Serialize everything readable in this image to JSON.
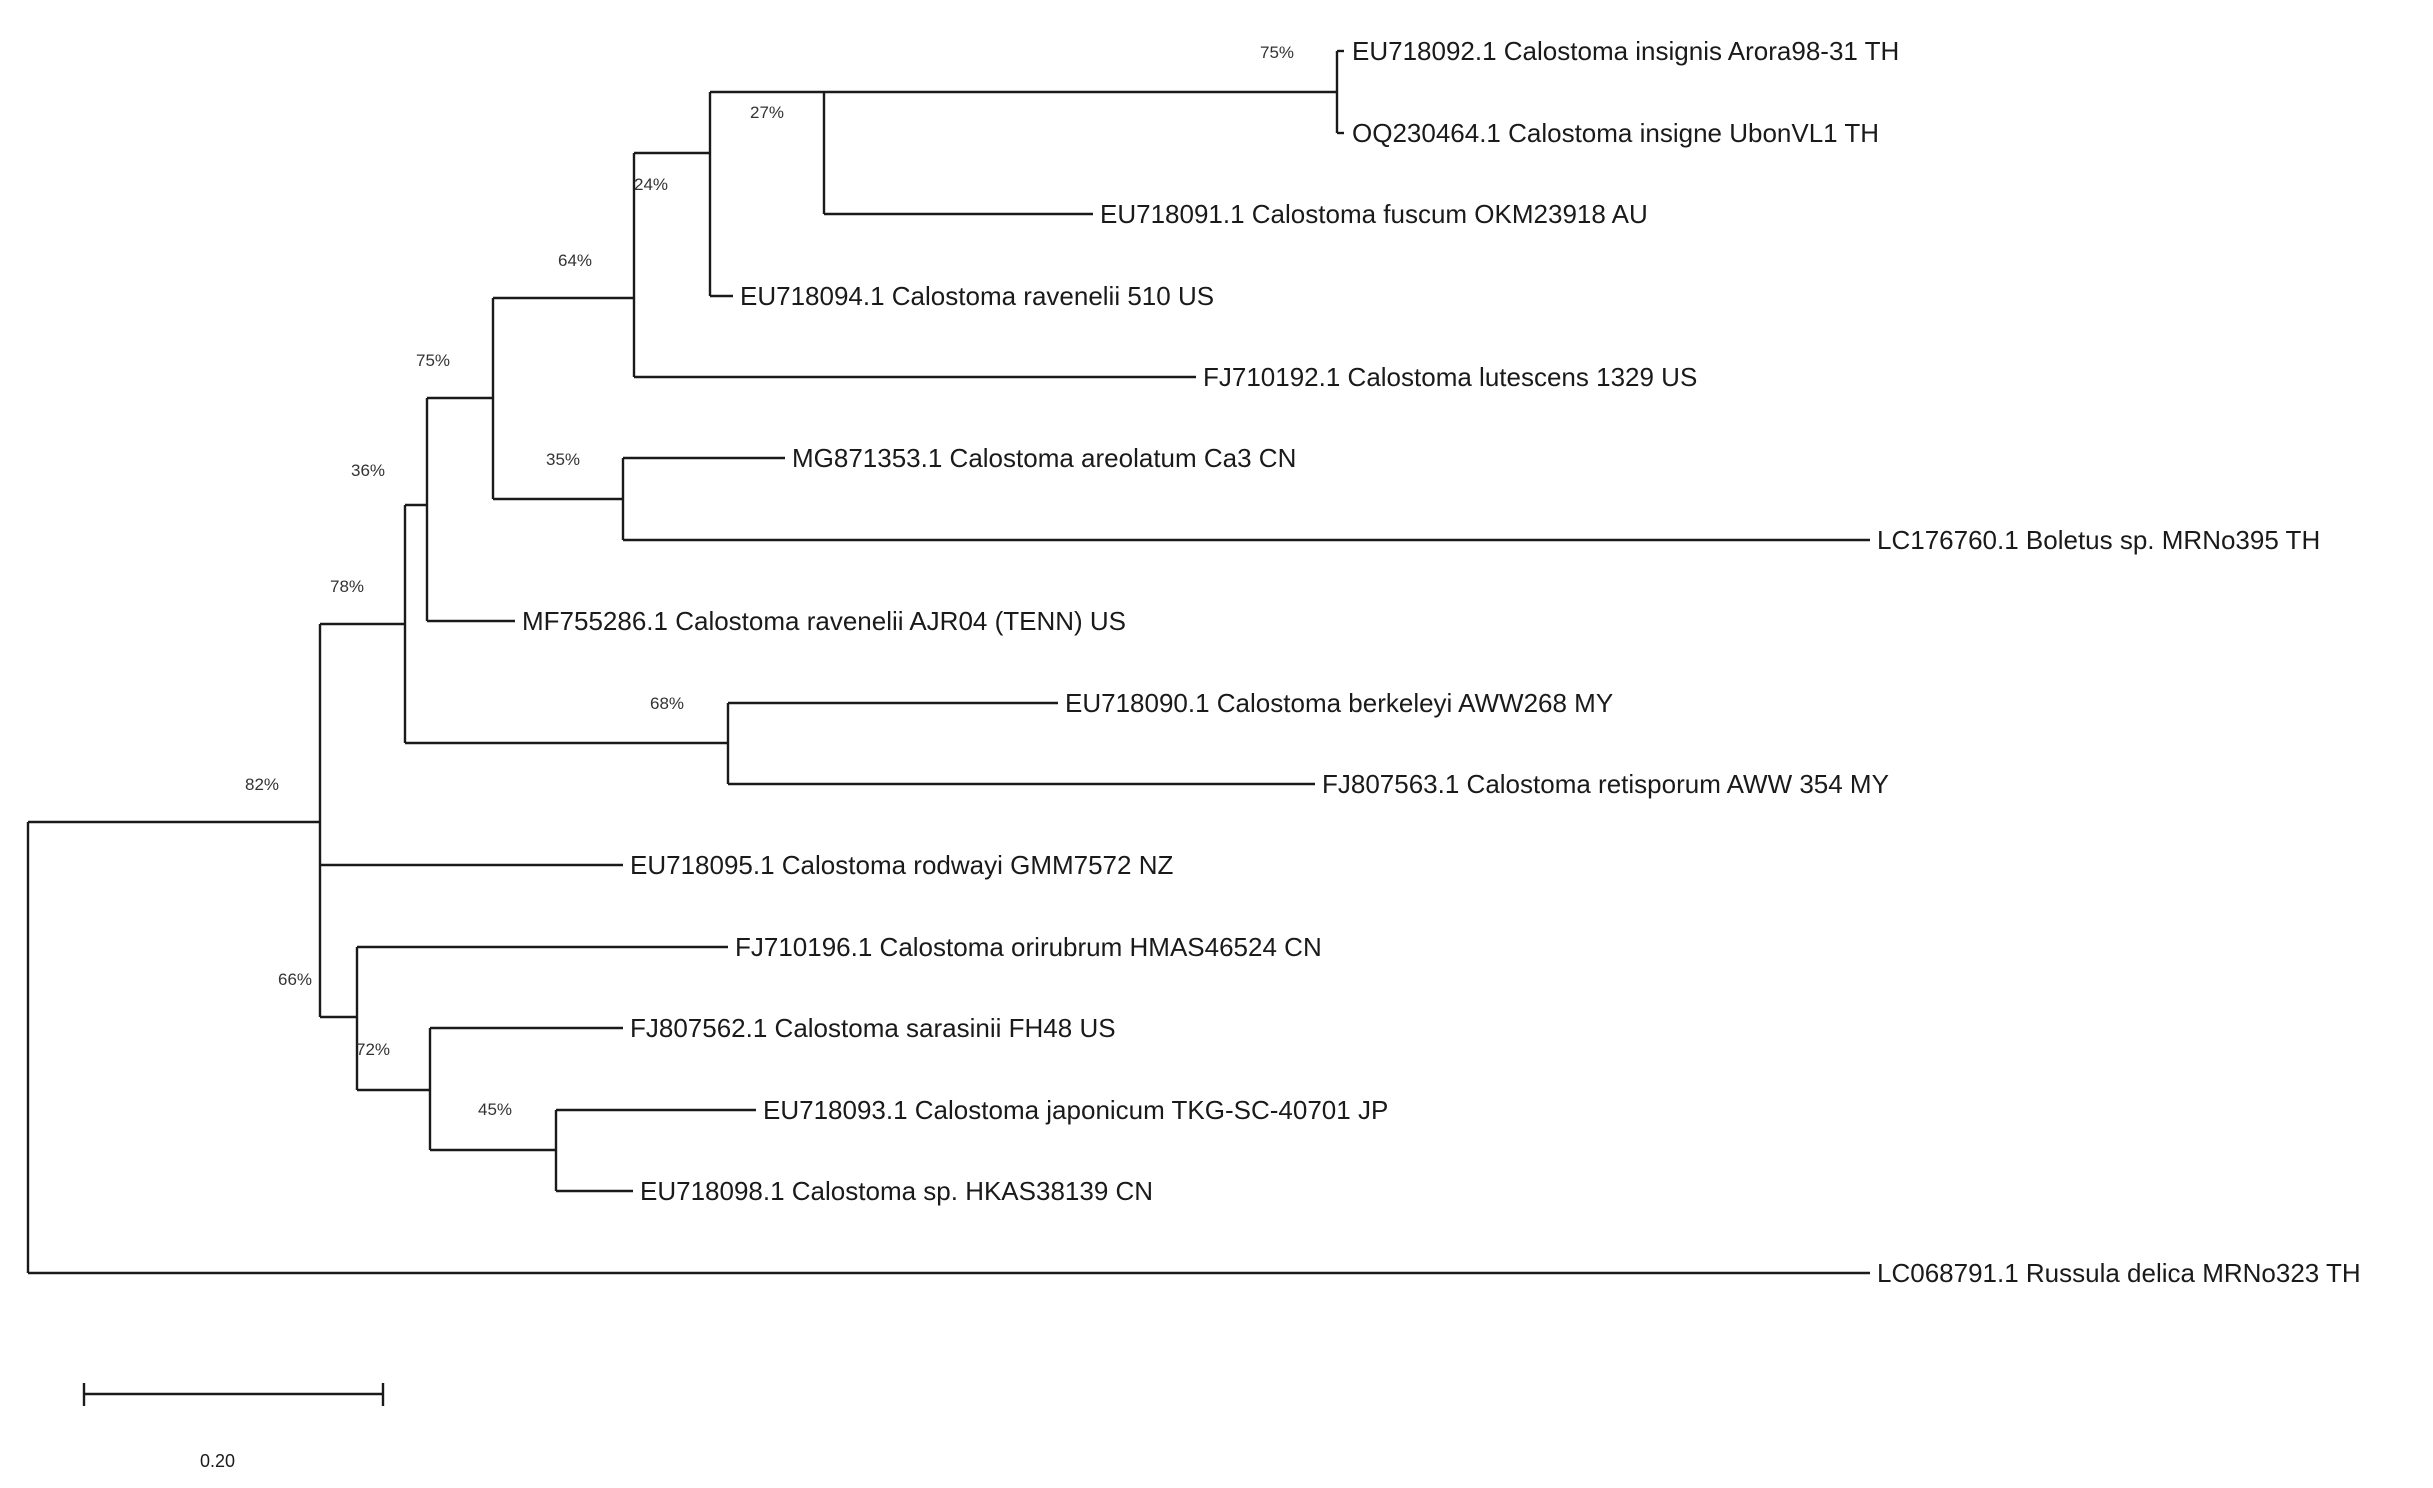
{
  "tree": {
    "scale_bar_label": "0.20",
    "taxa": [
      {
        "id": "t1",
        "label": "EU718092.1 Calostoma insignis Arora98-31 TH"
      },
      {
        "id": "t2",
        "label": "OQ230464.1 Calostoma insigne UbonVL1 TH"
      },
      {
        "id": "t3",
        "label": "EU718091.1 Calostoma fuscum OKM23918 AU"
      },
      {
        "id": "t4",
        "label": "EU718094.1 Calostoma ravenelii 510 US"
      },
      {
        "id": "t5",
        "label": "FJ710192.1 Calostoma lutescens 1329 US"
      },
      {
        "id": "t6",
        "label": "MG871353.1 Calostoma areolatum Ca3 CN"
      },
      {
        "id": "t7",
        "label": "LC176760.1 Boletus sp. MRNo395 TH"
      },
      {
        "id": "t8",
        "label": "MF755286.1 Calostoma ravenelii AJR04 (TENN) US"
      },
      {
        "id": "t9",
        "label": "EU718090.1 Calostoma berkeleyi AWW268 MY"
      },
      {
        "id": "t10",
        "label": "FJ807563.1 Calostoma retisporum AWW 354 MY"
      },
      {
        "id": "t11",
        "label": "EU718095.1 Calostoma rodwayi GMM7572 NZ"
      },
      {
        "id": "t12",
        "label": "FJ710196.1 Calostoma orirubrum HMAS46524 CN"
      },
      {
        "id": "t13",
        "label": "FJ807562.1 Calostoma sarasinii FH48 US"
      },
      {
        "id": "t14",
        "label": "EU718093.1 Calostoma japonicum TKG-SC-40701 JP"
      },
      {
        "id": "t15",
        "label": "EU718098.1 Calostoma sp. HKAS38139 CN"
      },
      {
        "id": "t16",
        "label": "LC068791.1 Russula delica MRNo323 TH"
      }
    ],
    "bootstrap": [
      {
        "node": "insignis-pair",
        "value": "75%"
      },
      {
        "node": "insignis-fuscum",
        "value": "27%"
      },
      {
        "node": "with-ravenelii-510",
        "value": "24%"
      },
      {
        "node": "with-lutescens",
        "value": "64%"
      },
      {
        "node": "areolatum-boletus",
        "value": "35%"
      },
      {
        "node": "core-clade",
        "value": "75%"
      },
      {
        "node": "with-ravenelii-ajr04",
        "value": "36%"
      },
      {
        "node": "berkeleyi-retisporum",
        "value": "68%"
      },
      {
        "node": "northern-clade",
        "value": "78%"
      },
      {
        "node": "calostoma-root",
        "value": "82%"
      },
      {
        "node": "orirubrum-clade",
        "value": "66%"
      },
      {
        "node": "sarasinii-clade",
        "value": "72%"
      },
      {
        "node": "japonicum-sp",
        "value": "45%"
      }
    ]
  }
}
